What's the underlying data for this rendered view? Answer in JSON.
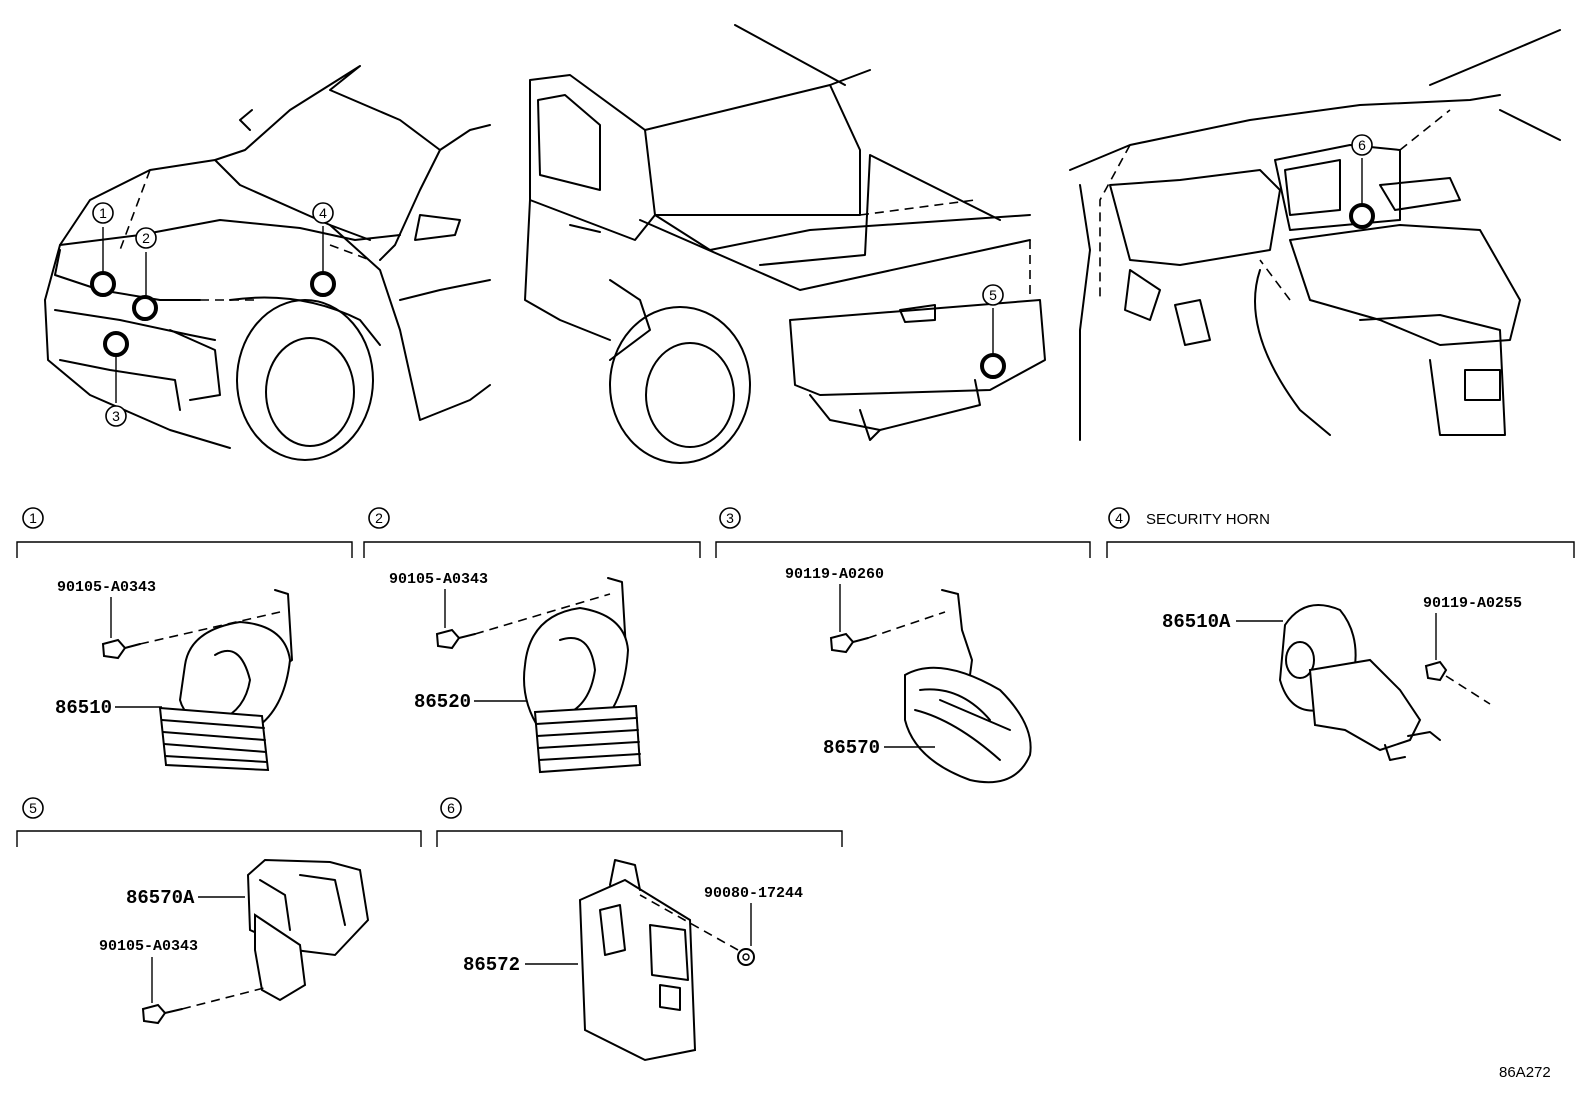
{
  "figure_ref": "86A272",
  "callouts": [
    "1",
    "2",
    "3",
    "4",
    "5",
    "6"
  ],
  "sections": [
    {
      "num": "1",
      "title": "",
      "parts": [
        "90105-A0343",
        "86510"
      ]
    },
    {
      "num": "2",
      "title": "",
      "parts": [
        "90105-A0343",
        "86520"
      ]
    },
    {
      "num": "3",
      "title": "",
      "parts": [
        "90119-A0260",
        "86570"
      ]
    },
    {
      "num": "4",
      "title": "SECURITY HORN",
      "parts": [
        "86510A",
        "90119-A0255"
      ]
    },
    {
      "num": "5",
      "title": "",
      "parts": [
        "86570A",
        "90105-A0343"
      ]
    },
    {
      "num": "6",
      "title": "",
      "parts": [
        "90080-17244",
        "86572"
      ]
    }
  ]
}
